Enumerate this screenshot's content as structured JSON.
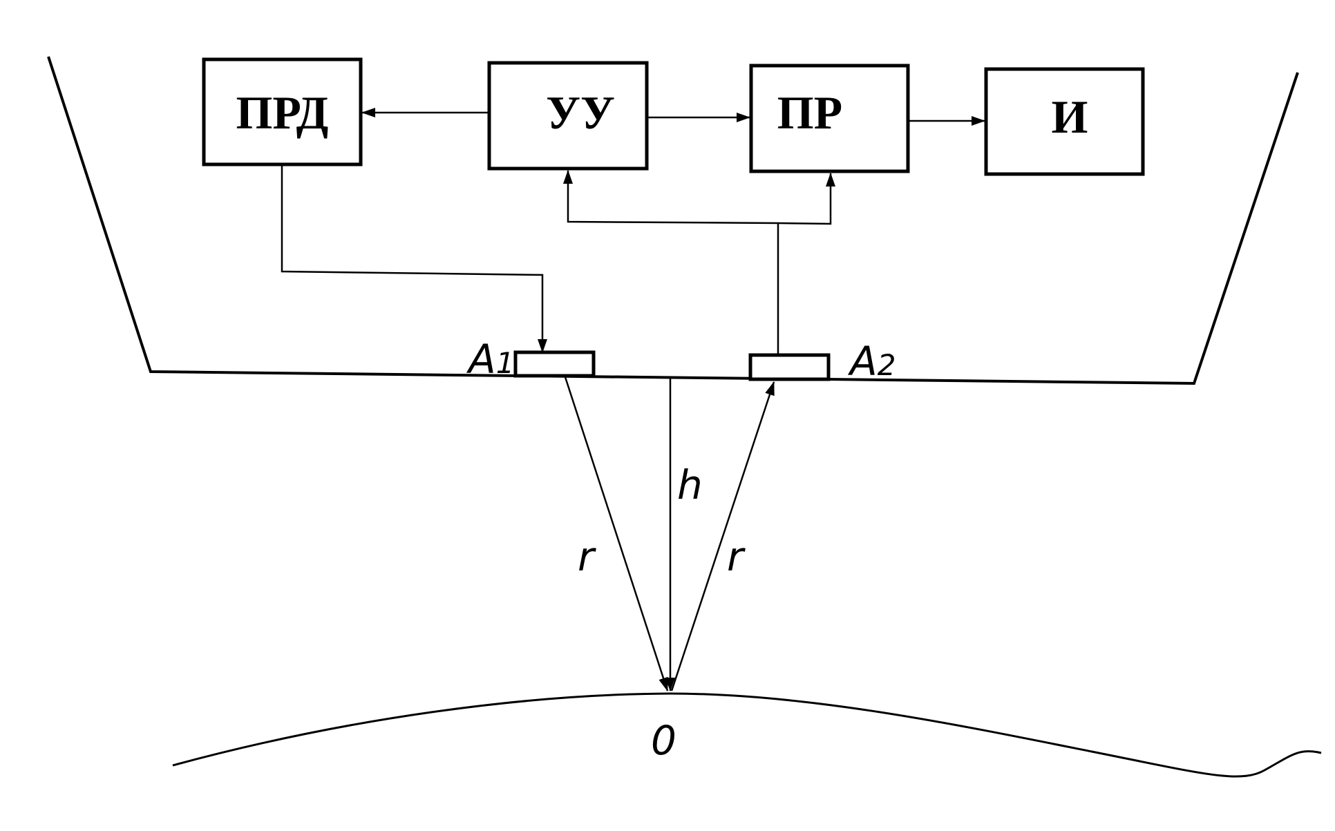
{
  "blocks": {
    "transmitter": "ПРД",
    "control_unit": "УУ",
    "receiver": "ПР",
    "indicator": "И"
  },
  "antennas": {
    "a1": {
      "letter": "A",
      "index": "1"
    },
    "a2": {
      "letter": "A",
      "index": "2"
    }
  },
  "geometry_labels": {
    "height": "h",
    "range_left": "r",
    "range_right": "r",
    "surface_point": "0"
  },
  "colors": {
    "ink": "#000000",
    "background": "#ffffff"
  }
}
